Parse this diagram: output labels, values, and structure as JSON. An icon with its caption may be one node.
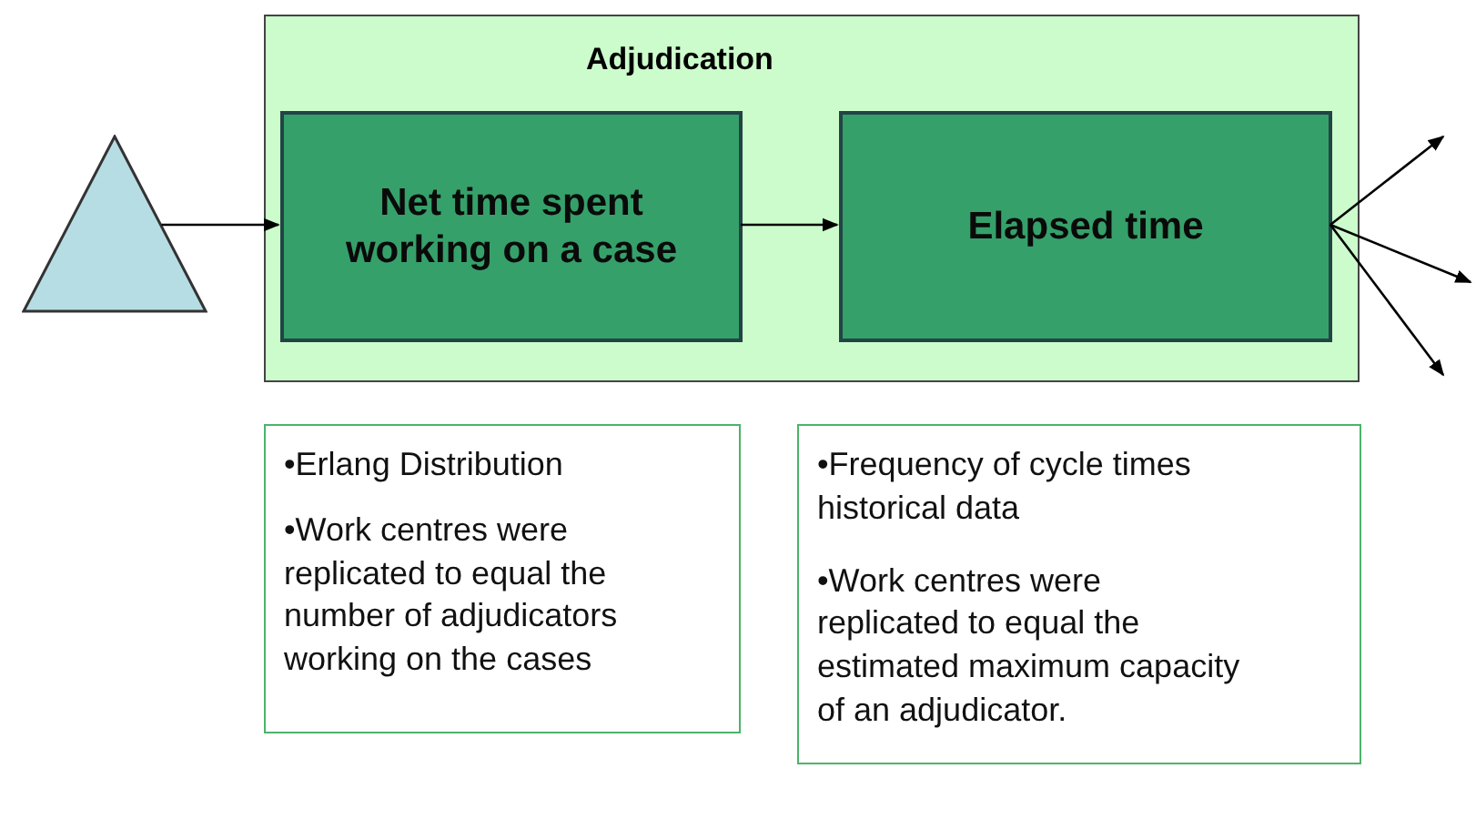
{
  "diagram": {
    "nodes": [
      {
        "text": [],
        "shape": "triangle"
      },
      {
        "text": [
          "Adjudication"
        ]
      },
      {
        "text": [
          "Net time spent working on a case"
        ],
        "in": 1
      },
      {
        "text": [
          "Elapsed time"
        ],
        "in": 1
      },
      {
        "text": [
          "•Erlang Distribution",
          "•Work centres were replicated  to equal the number of adjudicators working on the cases"
        ]
      },
      {
        "text": [
          "•Frequency of cycle times historical data",
          "•Work centres were replicated  to equal the estimated maximum capacity of an adjudicator."
        ]
      }
    ],
    "edges": [
      {
        "from": 0,
        "to": 2,
        "arrow": "to"
      },
      {
        "from": 2,
        "to": 3,
        "arrow": "to"
      },
      {
        "from": 3,
        "to": null,
        "arrow": "to"
      },
      {
        "from": 3,
        "to": null,
        "arrow": "to"
      },
      {
        "from": 3,
        "to": null,
        "arrow": "to"
      }
    ]
  }
}
